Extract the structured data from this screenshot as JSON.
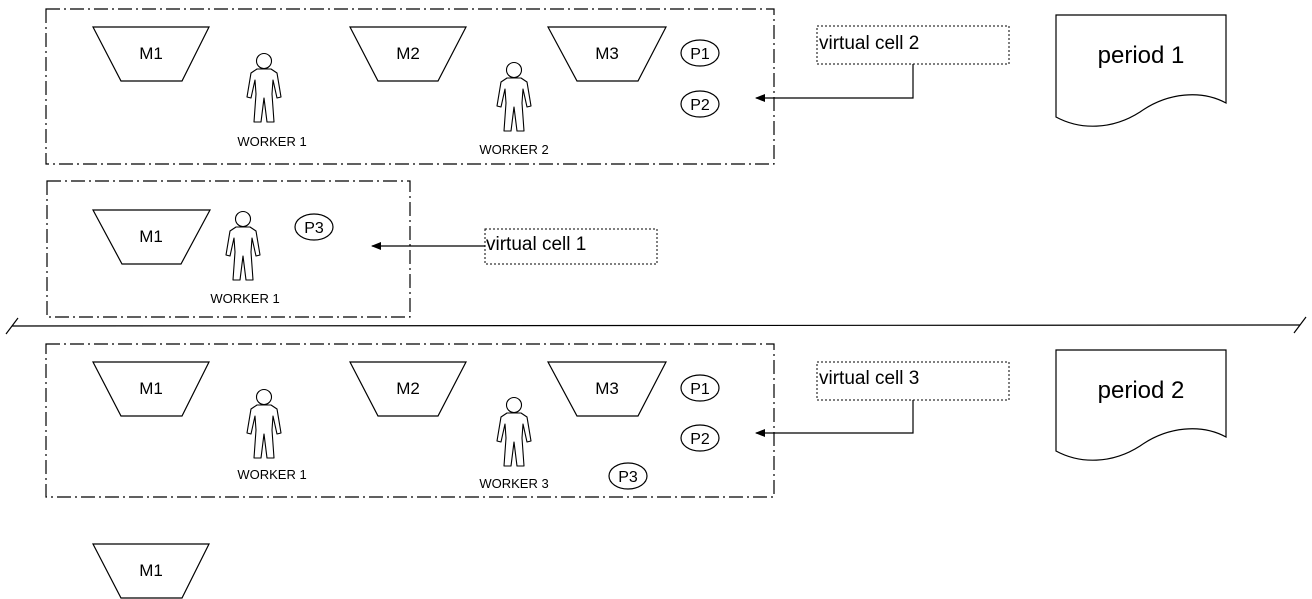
{
  "machines": {
    "m1": "M1",
    "m2": "M2",
    "m3": "M3"
  },
  "workers": {
    "w1": "WORKER 1",
    "w2": "WORKER 2",
    "w3": "WORKER 3"
  },
  "parts": {
    "p1": "P1",
    "p2": "P2",
    "p3": "P3"
  },
  "virtual_cells": {
    "vc1": "virtual cell 1",
    "vc2": "virtual cell 2",
    "vc3": "virtual cell 3"
  },
  "periods": {
    "period1": "period 1",
    "period2": "period 2"
  }
}
